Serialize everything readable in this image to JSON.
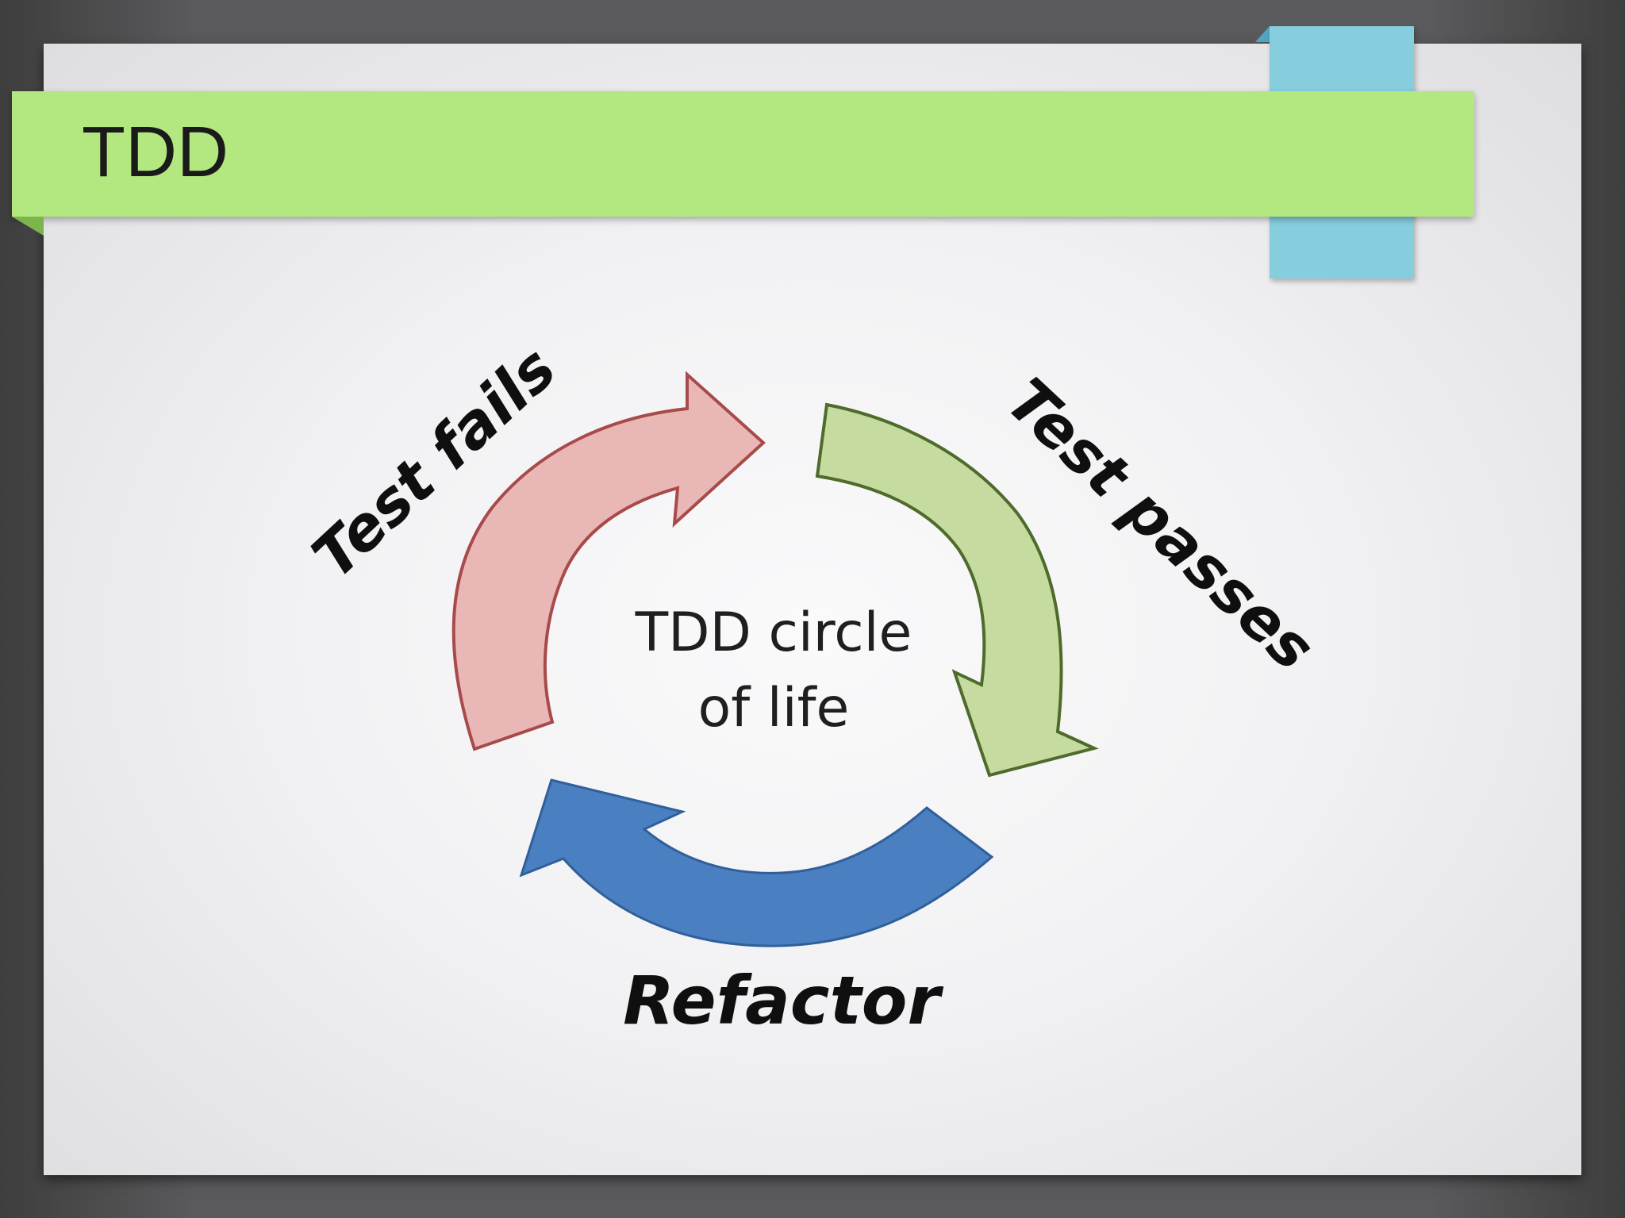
{
  "slide": {
    "title": "TDD"
  },
  "diagram": {
    "center_line1": "TDD circle",
    "center_line2": "of life",
    "stages": [
      {
        "label": "Test fails",
        "color": "#e9b8b6",
        "stroke": "#a84a4a"
      },
      {
        "label": "Test passes",
        "color": "#c5dba0",
        "stroke": "#4f6b2c"
      },
      {
        "label": "Refactor",
        "color": "#4a80c1",
        "stroke": "#305f9a"
      }
    ]
  },
  "colors": {
    "banner": "#b3e880",
    "tab": "#86cede"
  }
}
